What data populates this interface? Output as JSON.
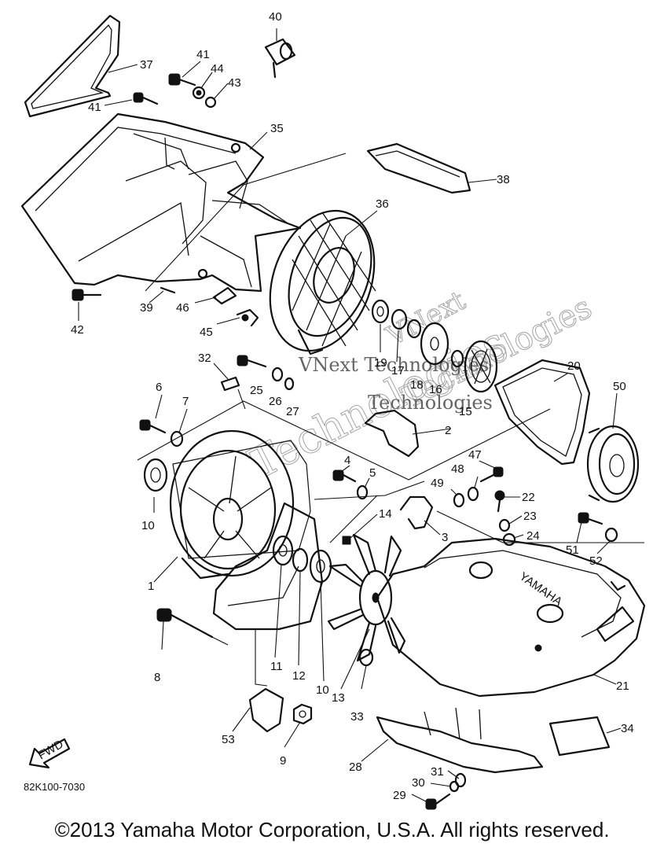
{
  "diagram_code": "82K100-7030",
  "copyright": "©2013 Yamaha Motor Corporation, U.S.A. All rights reserved.",
  "watermark": {
    "line1": "VNext Technologies",
    "line2": "Technologies",
    "line3": "VNext"
  },
  "fwd_label": "FWD",
  "tank_brand": "YAMAHA",
  "callouts": [
    "40",
    "41",
    "44",
    "43",
    "37",
    "41",
    "35",
    "38",
    "36",
    "42",
    "39",
    "46",
    "45",
    "19",
    "17",
    "18",
    "16",
    "15",
    "20",
    "50",
    "32",
    "25",
    "26",
    "27",
    "6",
    "7",
    "2",
    "4",
    "5",
    "47",
    "48",
    "49",
    "22",
    "23",
    "24",
    "51",
    "52",
    "10",
    "14",
    "3",
    "1",
    "11",
    "12",
    "10",
    "13",
    "33",
    "8",
    "21",
    "34",
    "53",
    "9",
    "28",
    "31",
    "30",
    "29"
  ]
}
